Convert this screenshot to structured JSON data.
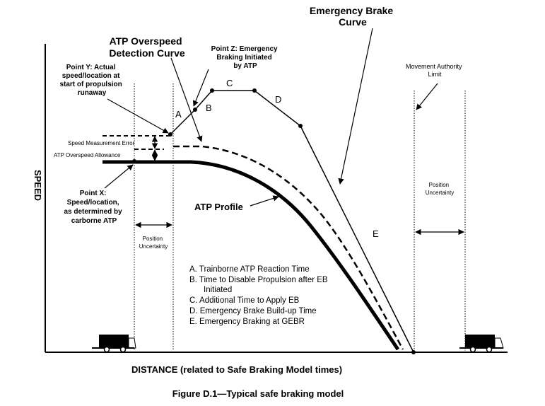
{
  "labels": {
    "speed_axis": "SPEED",
    "distance_axis": "DISTANCE (related to Safe Braking Model times)",
    "caption": "Figure D.1—Typical safe braking model",
    "emergency_brake_curve": [
      "Emergency Brake",
      "Curve"
    ],
    "atp_overspeed_detection_curve": [
      "ATP Overspeed",
      "Detection Curve"
    ],
    "point_z": [
      "Point  Z: Emergency",
      "Braking Initiated",
      "by ATP"
    ],
    "point_y": [
      "Point Y: Actual",
      "speed/location at",
      "start of propulsion",
      "runaway"
    ],
    "point_x": [
      "Point X:",
      "Speed/location,",
      "as determined by",
      "carborne ATP"
    ],
    "speed_measurement_error": "Speed Measurement Error",
    "atp_overspeed_allowance": "ATP Overspeed Allowance",
    "atp_profile": "ATP Profile",
    "movement_authority_limit": [
      "Movement Authority",
      "Limit"
    ],
    "position_uncertainty_left": [
      "Position",
      "Uncertainty"
    ],
    "position_uncertainty_right": [
      "Position",
      "Uncertainty"
    ],
    "segment_letters": {
      "a": "A",
      "b": "B",
      "c": "C",
      "d": "D",
      "e": "E"
    }
  },
  "legend": [
    "A.  Trainborne ATP Reaction Time",
    "B.  Time to Disable Propulsion after EB",
    "Initiated",
    "C.  Additional Time to Apply EB",
    "D.  Emergency Brake Build-up Time",
    "E.  Emergency Braking at GEBR"
  ]
}
